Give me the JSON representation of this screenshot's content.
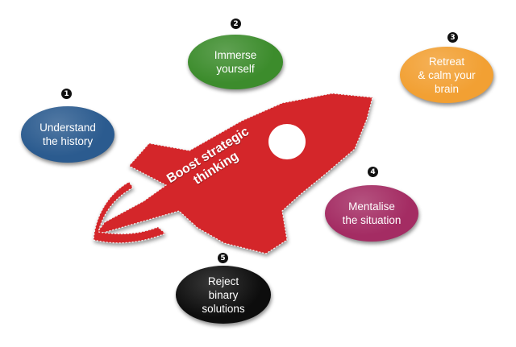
{
  "rocket": {
    "label": "Boost strategic\nthinking",
    "color": "#d4282a"
  },
  "steps": [
    {
      "number": "1",
      "label": "Understand\nthe history",
      "color": "#2b5b8f"
    },
    {
      "number": "2",
      "label": "Immerse\nyourself",
      "color": "#3c8c2c"
    },
    {
      "number": "3",
      "label": "Retreat\n& calm your\nbrain",
      "color": "#f2a033"
    },
    {
      "number": "4",
      "label": "Mentalise\nthe situation",
      "color": "#a42c63"
    },
    {
      "number": "5",
      "label": "Reject\nbinary\nsolutions",
      "color": "#0d0d0d"
    }
  ]
}
